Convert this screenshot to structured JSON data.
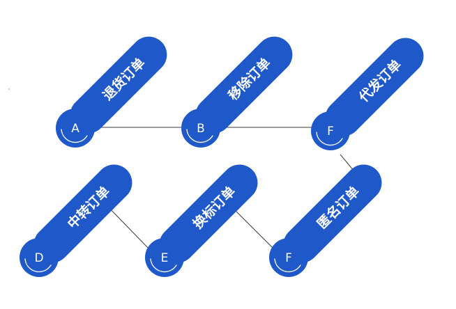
{
  "diagram": {
    "colors": {
      "primary": "#1f58c8",
      "connector": "#3a3a3a",
      "text": "#ffffff"
    },
    "nodes": [
      {
        "letter": "A",
        "label": "退货订单"
      },
      {
        "letter": "B",
        "label": "移除订单"
      },
      {
        "letter": "F",
        "label": "代发订单"
      },
      {
        "letter": "D",
        "label": "中转订单"
      },
      {
        "letter": "E",
        "label": "换标订单"
      },
      {
        "letter": "F",
        "label": "匿名订单"
      }
    ]
  }
}
